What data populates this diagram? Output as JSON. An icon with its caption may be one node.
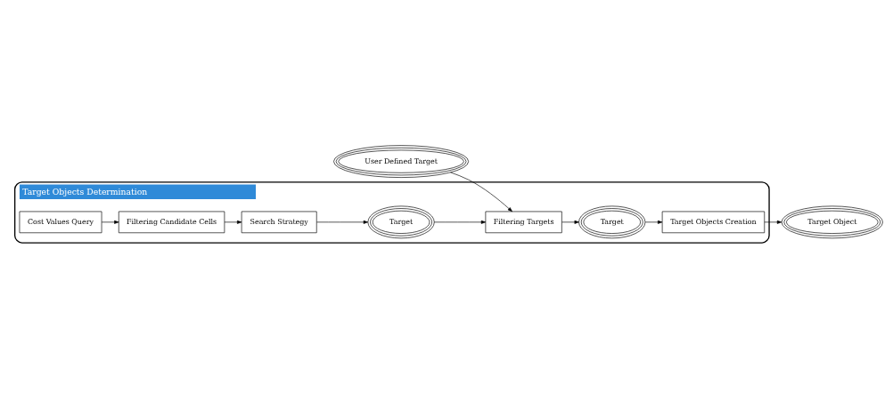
{
  "diagram": {
    "nodes": [
      {
        "text": [
          "User Defined Target"
        ]
      },
      {
        "text": [
          "Target Objects Determination"
        ]
      },
      {
        "text": [
          "Cost Values Query"
        ],
        "in": 1
      },
      {
        "text": [
          "Filtering Candidate Cells"
        ],
        "in": 1
      },
      {
        "text": [
          "Search Strategy"
        ],
        "in": 1
      },
      {
        "text": [
          "Target"
        ],
        "in": 1
      },
      {
        "text": [
          "Filtering Targets"
        ],
        "in": 1
      },
      {
        "text": [
          "Target"
        ],
        "in": 1
      },
      {
        "text": [
          "Target Objects Creation"
        ],
        "in": 1
      },
      {
        "text": [
          "Target Object"
        ]
      }
    ],
    "edges": [
      {
        "from": 2,
        "to": 3,
        "arrow": "to"
      },
      {
        "from": 3,
        "to": 4,
        "arrow": "to"
      },
      {
        "from": 4,
        "to": 5,
        "arrow": "to"
      },
      {
        "from": 5,
        "to": 6,
        "arrow": "to"
      },
      {
        "from": 0,
        "to": 6,
        "arrow": "to"
      },
      {
        "from": 6,
        "to": 7,
        "arrow": "to"
      },
      {
        "from": 7,
        "to": 8,
        "arrow": "to"
      },
      {
        "from": 8,
        "to": 9,
        "arrow": "to"
      }
    ]
  }
}
